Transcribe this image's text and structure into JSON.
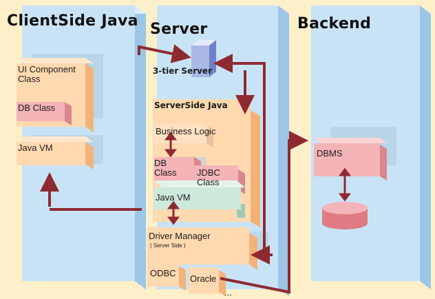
{
  "columns": {
    "client": {
      "title": "ClientSide Java"
    },
    "server": {
      "title": "Server"
    },
    "backend": {
      "title": "Backend"
    }
  },
  "client": {
    "ui_component": "UI Component\nClass",
    "db_class": "DB Class",
    "java_vm": "Java VM"
  },
  "server": {
    "three_tier": "3-tier Server",
    "serverside_java": "ServerSide Java",
    "business_logic": "Business Logic",
    "db_class": "DB\nClass",
    "jdbc_class": "JDBC\nClass",
    "java_vm": "Java VM",
    "driver_manager": "Driver Manager",
    "driver_manager_sub": "( Server Side )",
    "odbc": "ODBC",
    "oracle": "Oracle",
    "more": "..."
  },
  "backend": {
    "dbms": "DBMS"
  },
  "colors": {
    "background": "#fcefc9",
    "column_blue": "#c9e3f6",
    "box_orange": "#ffd9b0",
    "box_pink": "#f4b4b8",
    "java_vm_teal": "#cde9dc",
    "arrow": "#8e2a32"
  }
}
